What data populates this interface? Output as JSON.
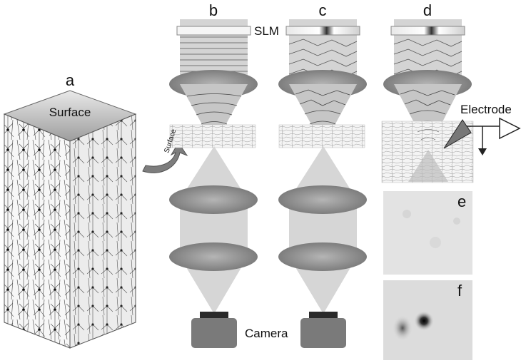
{
  "panels": {
    "a": "a",
    "b": "b",
    "c": "c",
    "d": "d",
    "e": "e",
    "f": "f"
  },
  "labels": {
    "surface_block": "Surface",
    "surface_slice": "Surface",
    "slm": "SLM",
    "electrode": "Electrode",
    "camera": "Camera"
  },
  "colors": {
    "lens": "#8c8c8c",
    "beam": "#cfcfcf",
    "camera_body": "#7a7a7a",
    "camera_top": "#2a2a2a",
    "slm_frame": "#9a9a9a"
  }
}
